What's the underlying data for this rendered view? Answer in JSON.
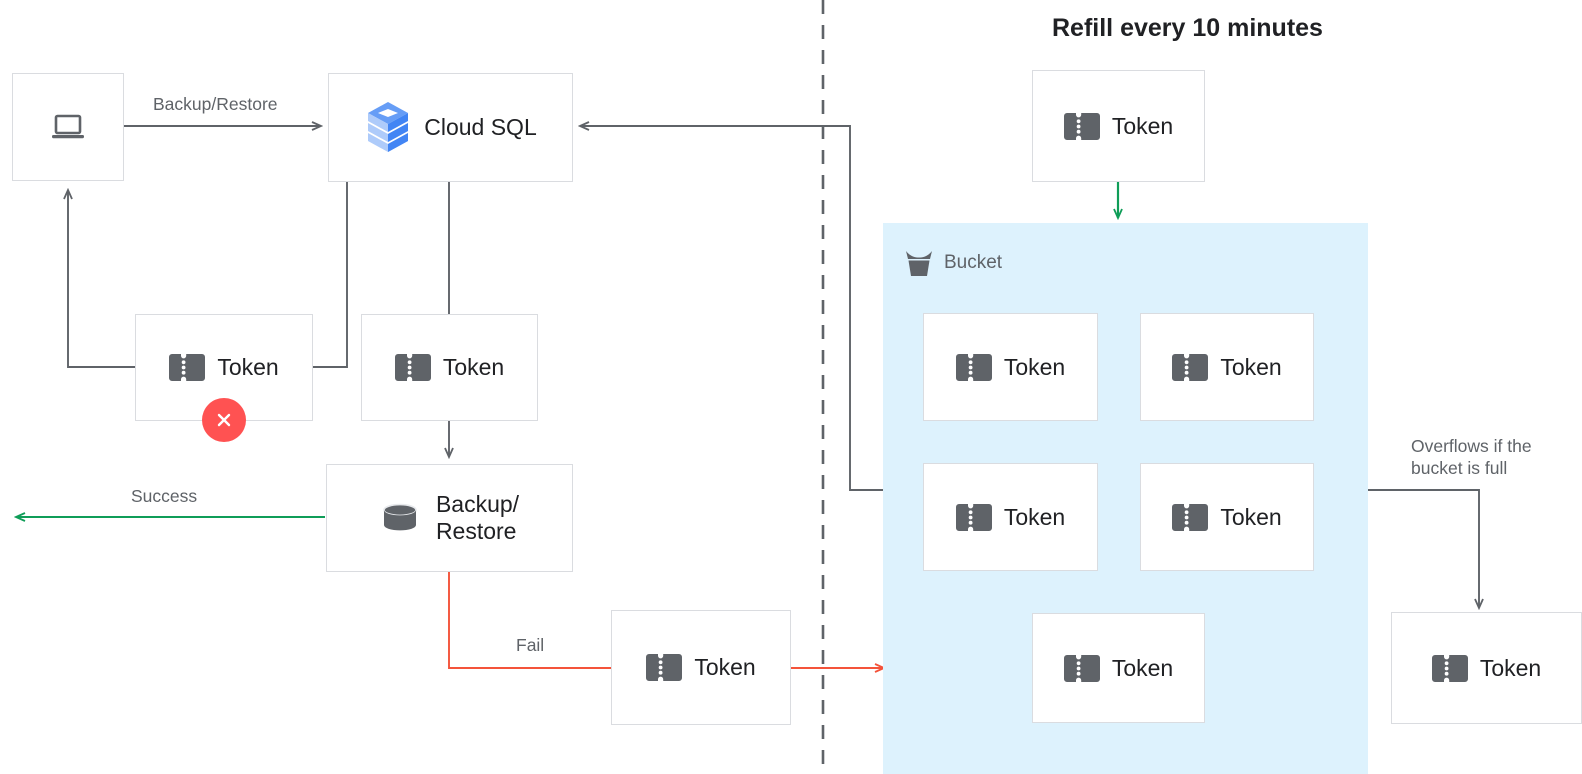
{
  "diagram": {
    "title_refill": "Refill every 10 minutes",
    "bucket_label": "Bucket",
    "token_label": "Token",
    "colors": {
      "accent_blue": "#4285f4",
      "bucket_fill": "#ddf2fd",
      "success_green": "#0f9d58",
      "fail_red": "#ff5252",
      "edge_gray": "#5f6368",
      "box_border": "#dadce0",
      "icon_gray": "#5f6368",
      "text_primary": "#202124",
      "text_secondary": "#5f6368"
    }
  },
  "nodes": {
    "client": {
      "label": "",
      "icon": "laptop-icon"
    },
    "cloud_sql": {
      "label": "Cloud SQL",
      "icon": "cloud-sql-icon"
    },
    "token_failed": {
      "label": "Token",
      "icon": "token-icon",
      "badge": "failed-x-badge"
    },
    "token_consumed": {
      "label": "Token",
      "icon": "token-icon"
    },
    "backup_restore": {
      "label": "Backup/\nRestore",
      "icon": "database-icon"
    },
    "token_fail_return": {
      "label": "Token",
      "icon": "token-icon"
    },
    "token_refill": {
      "label": "Token",
      "icon": "token-icon"
    },
    "token_overflow": {
      "label": "Token",
      "icon": "token-icon"
    },
    "bucket_tokens": [
      {
        "label": "Token",
        "icon": "token-icon"
      },
      {
        "label": "Token",
        "icon": "token-icon"
      },
      {
        "label": "Token",
        "icon": "token-icon"
      },
      {
        "label": "Token",
        "icon": "token-icon"
      },
      {
        "label": "Token",
        "icon": "token-icon"
      }
    ]
  },
  "edge_labels": {
    "backup_restore": "Backup/Restore",
    "success": "Success",
    "fail": "Fail",
    "overflow": "Overflows if the\nbucket is full"
  }
}
